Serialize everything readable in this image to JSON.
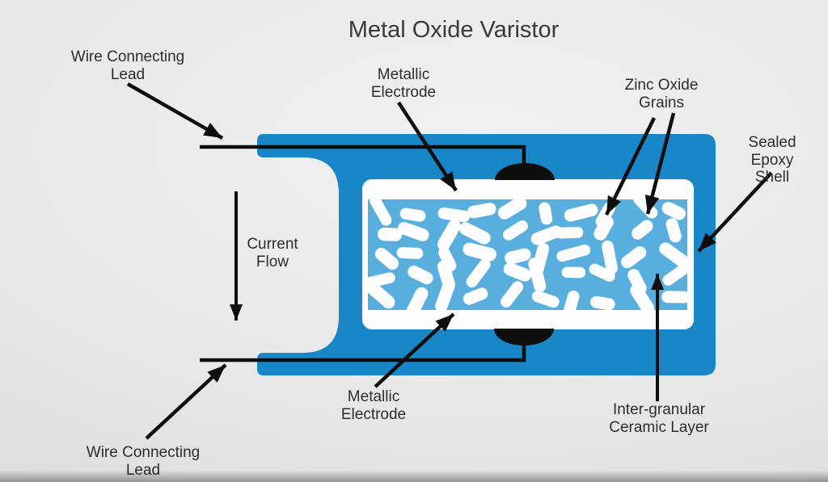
{
  "title": "Metal Oxide Varistor",
  "labels": {
    "wire_lead_top": "Wire Connecting\nLead",
    "metallic_electrode_top": "Metallic\nElectrode",
    "zinc_oxide_grains": "Zinc Oxide\nGrains",
    "sealed_epoxy_shell": "Sealed\nEpoxy Shell",
    "current_flow": "Current\nFlow",
    "metallic_electrode_bottom": "Metallic\nElectrode",
    "inter_granular": "Inter-granular\nCeramic Layer",
    "wire_lead_bottom": "Wire Connecting\nLead"
  },
  "colors": {
    "shell_blue": "#1886c7",
    "ceramic_blue": "#58aedd",
    "grain_white": "#fdfdfe",
    "ink_black": "#0e0e0e",
    "text_gray": "#2d2d2d"
  }
}
